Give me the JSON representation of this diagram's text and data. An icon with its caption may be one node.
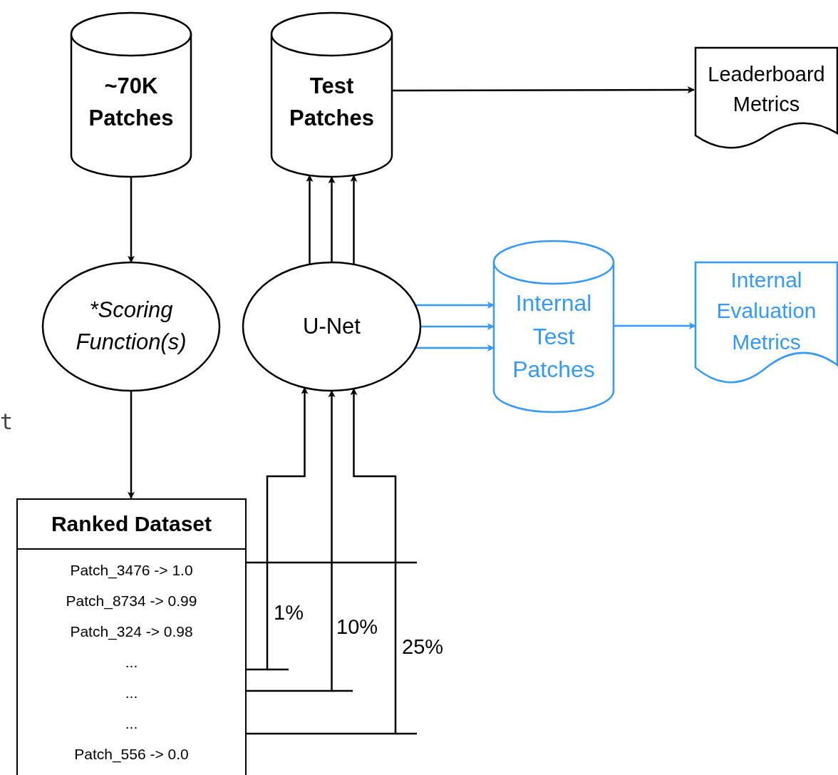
{
  "diagram": {
    "nodes": [
      {
        "text": [
          "~70K Patches"
        ]
      },
      {
        "text": [
          "Test Patches"
        ]
      },
      {
        "text": [
          "Leaderboard Metrics"
        ]
      },
      {
        "text": [
          "*Scoring Function(s)"
        ]
      },
      {
        "text": [
          "U-Net"
        ]
      },
      {
        "text": [
          "Internal Test Patches"
        ]
      },
      {
        "text": [
          "Internal Evaluation Metrics"
        ]
      },
      {
        "text": [
          "Ranked Dataset",
          "Patch_3476 -> 1.0",
          "Patch_8734 -> 0.99",
          "Patch_324 -> 0.98",
          "...",
          "...",
          "...",
          "Patch_556 -> 0.0"
        ]
      }
    ],
    "edges": [
      {
        "from": 0,
        "to": 3,
        "arrow": "to"
      },
      {
        "from": 3,
        "to": 7,
        "arrow": "to"
      },
      {
        "from": 1,
        "to": 2,
        "arrow": "to"
      },
      {
        "from": 4,
        "to": 1,
        "arrow": "to"
      },
      {
        "from": 4,
        "to": 1,
        "arrow": "to"
      },
      {
        "from": 4,
        "to": 1,
        "arrow": "to"
      },
      {
        "from": 4,
        "to": 5,
        "arrow": "to",
        "color": "#3399ff"
      },
      {
        "from": 4,
        "to": 5,
        "arrow": "to",
        "color": "#3399ff"
      },
      {
        "from": 4,
        "to": 5,
        "arrow": "to",
        "color": "#3399ff"
      },
      {
        "from": 5,
        "to": 6,
        "arrow": "to",
        "color": "#3399ff"
      },
      {
        "from": 7,
        "to": 4,
        "arrow": "to",
        "label": "1%"
      },
      {
        "from": 7,
        "to": 4,
        "arrow": "to",
        "label": "10%"
      },
      {
        "from": 7,
        "to": 4,
        "arrow": "to",
        "label": "25%"
      }
    ],
    "labels": [
      "t"
    ]
  }
}
